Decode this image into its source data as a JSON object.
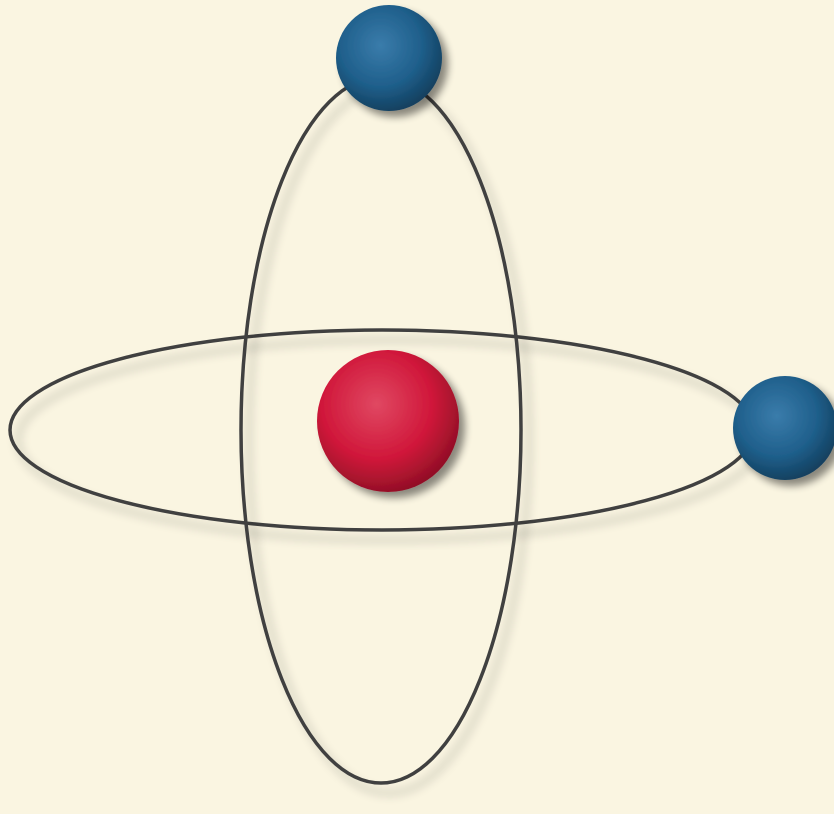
{
  "diagram": {
    "subject": "atom",
    "components": {
      "nucleus": {
        "count": 1
      },
      "orbits": {
        "count": 2
      },
      "electrons": {
        "count": 2
      }
    }
  },
  "colors": {
    "background": "#faf5e1",
    "orbit_stroke": "#404040",
    "nucleus": "#d0173a",
    "nucleus_dark": "#8e0f25",
    "nucleus_light": "#e04862",
    "electron": "#1f5f8b",
    "electron_dark": "#123e5c",
    "electron_light": "#3a7cab",
    "shadow": "#6b6450"
  }
}
